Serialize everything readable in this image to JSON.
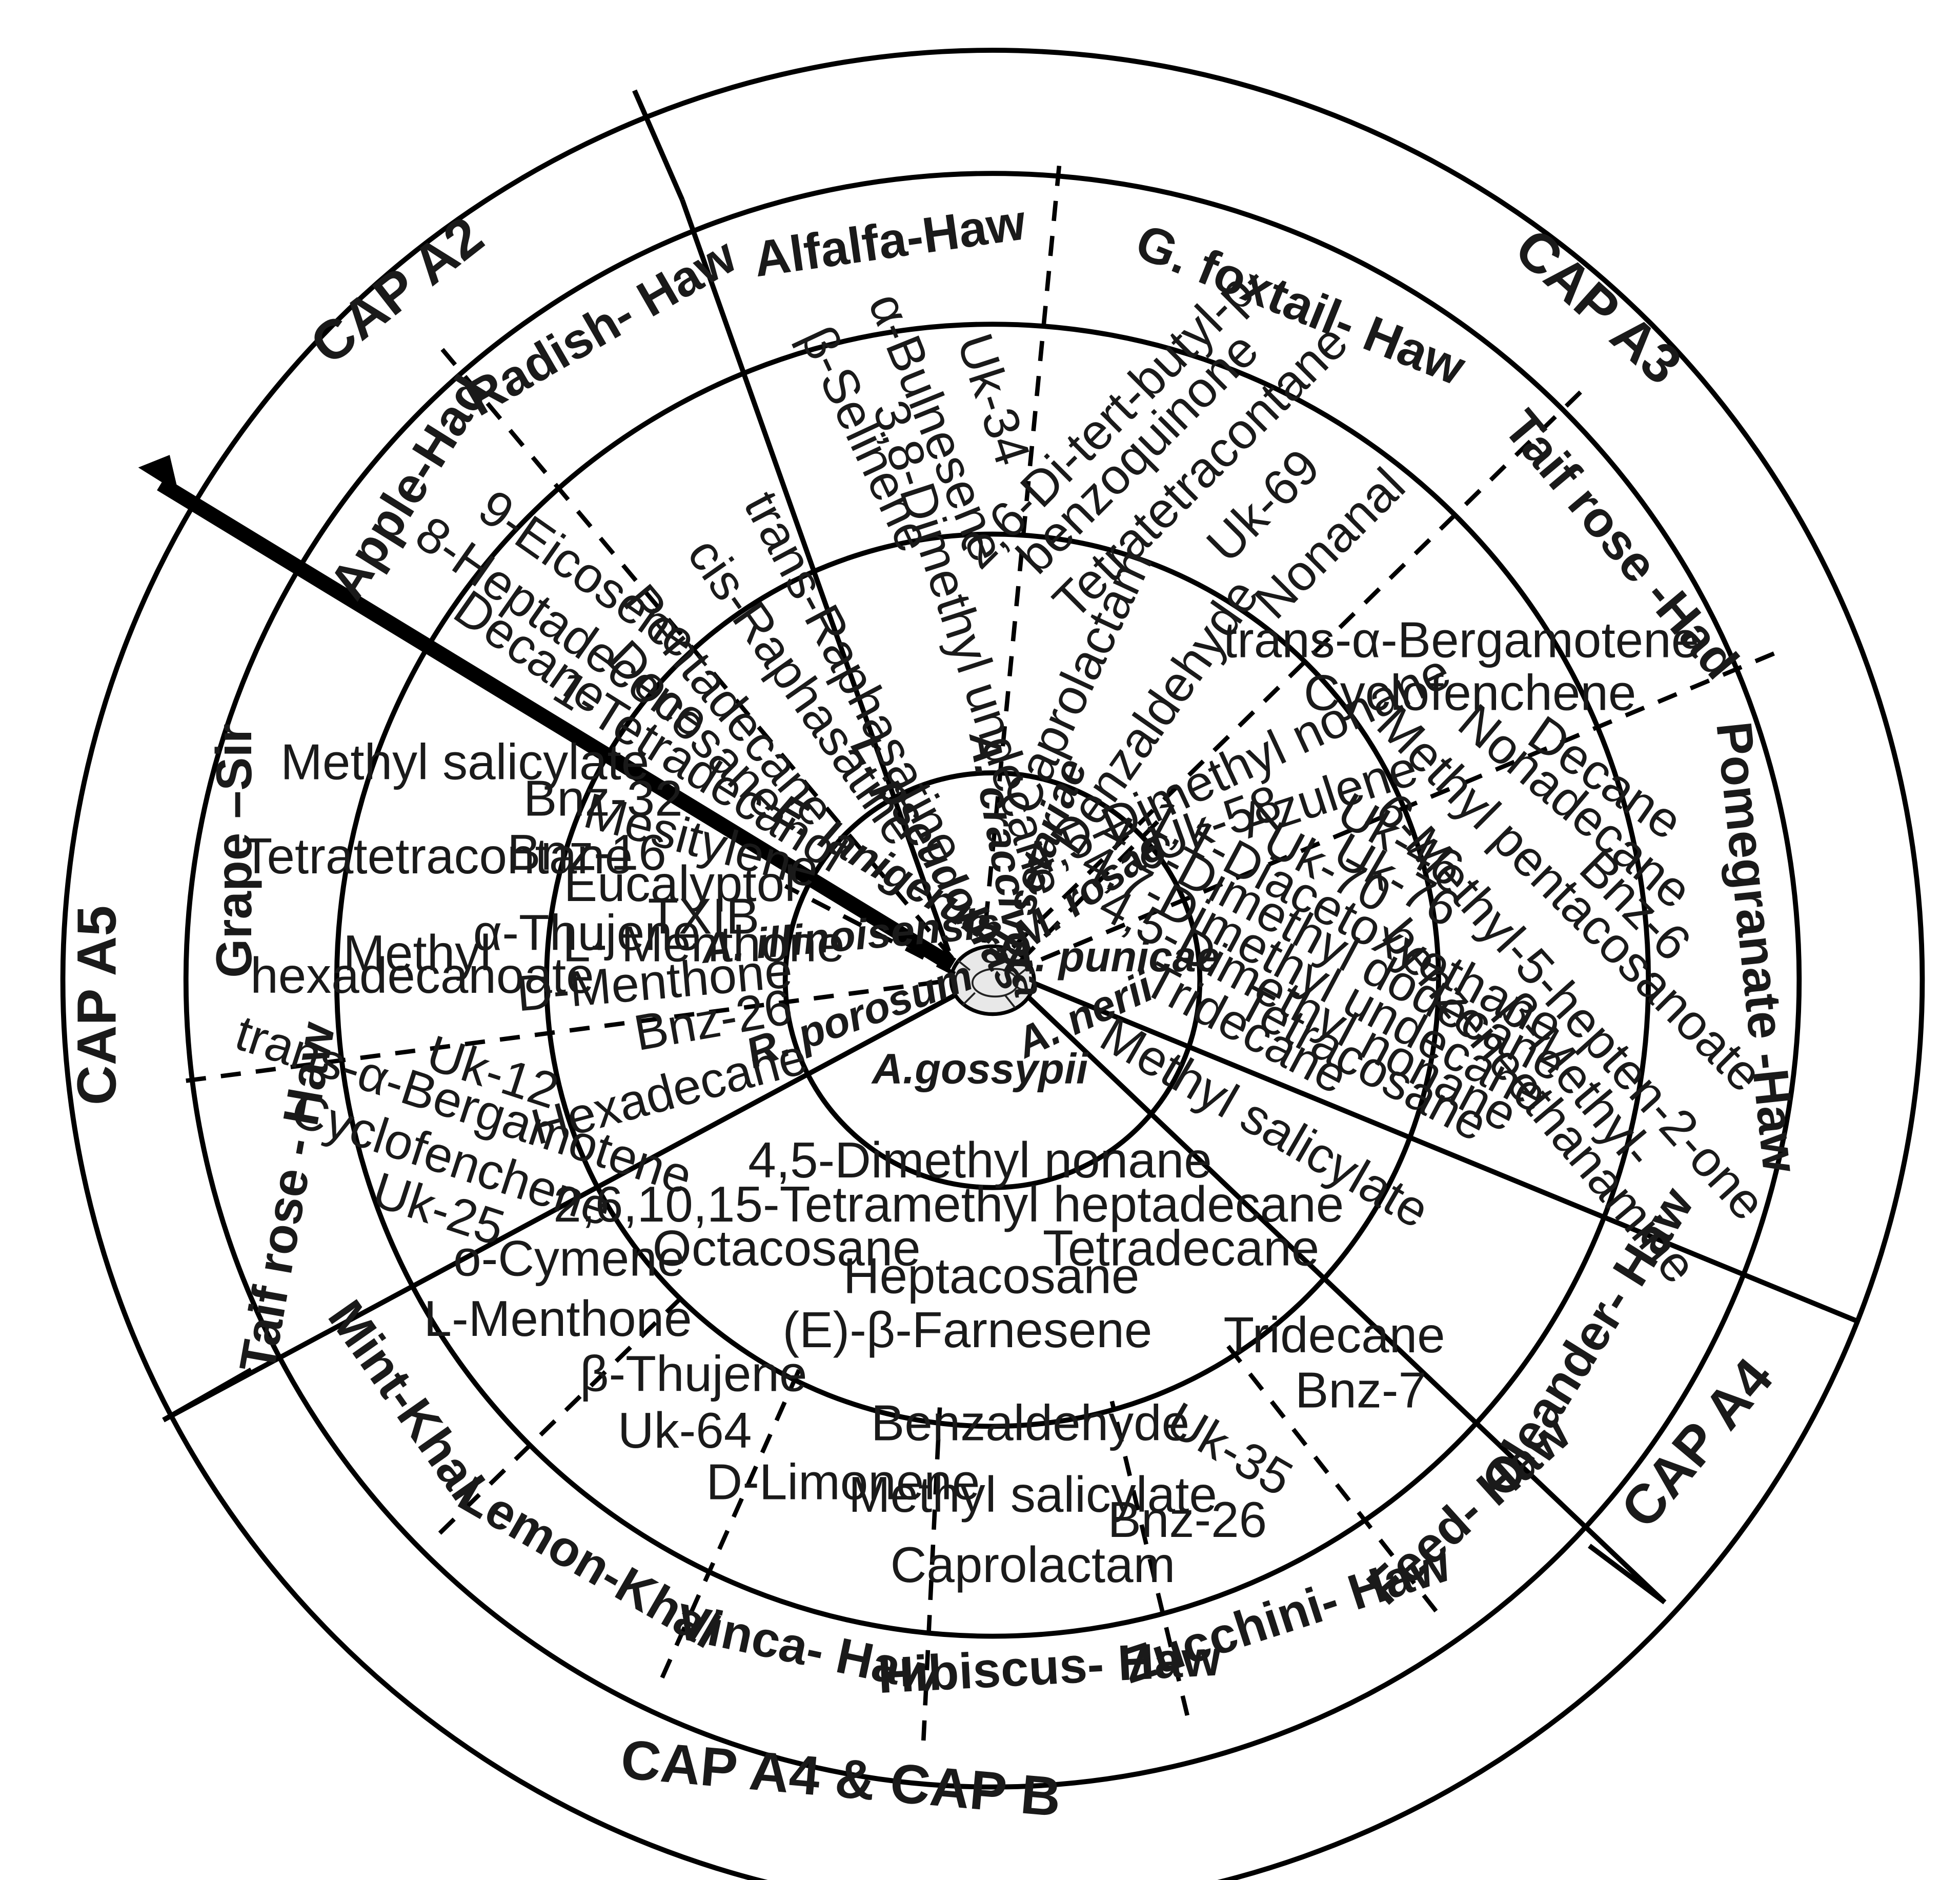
{
  "cap_groups": [
    "CAP A2",
    "CAP A3",
    "CAP A4",
    "CAP A4 & CAP B",
    "CAP A5"
  ],
  "hosts": [
    "Alfalfa-Haw",
    "G. foxtail- Haw",
    "Taif rose -Had",
    "Pomegranate -Haw",
    "Oleander- Haw",
    "Feed- Haw",
    "Zucchini- Haw",
    "Hibiscus- Haw",
    "Vinca- Haw",
    "Lemon-Khal",
    "Mint-Khal",
    "Taif rose - Haw",
    "Grape –Sir",
    "Apple-Had",
    "Radish- Haw"
  ],
  "species": [
    "A. craccivora",
    "H. setariae",
    "M. rosae",
    "A. punicae",
    "A. nerii",
    "A.gossypii",
    "R. porosum",
    "A. illinoisensis",
    "E. lanigerum",
    "L. pseudobras"
  ],
  "compounds": {
    "alfalfa": [
      "3,8-Dimethyl undecane",
      "Uk-34",
      "α-Bulnesene",
      "β-Selinene"
    ],
    "radish": [
      "trans-Raphasatine",
      "cis-Raphasatine",
      "Pentadecane",
      "Docosane",
      "1-Tetradecanol"
    ],
    "foxtail_outer": [
      "2,6-Di-tert-butyl-p-",
      "benzoquinone",
      "Tetratetracontane",
      "Uk-69",
      "Nonanal"
    ],
    "foxtail_inner": [
      "Caprolactam",
      "Denzaldehyde"
    ],
    "taif_had": [
      "trans-α-Bergamotene",
      "Cyclofenchene"
    ],
    "rosae": [
      "4,5-Dimethyl nonane",
      "Uk-58",
      "Azulene"
    ],
    "punicae": [
      "Uk-46",
      "Uk-76",
      "Uk-70",
      "1,1-Diacetoxyethane",
      "4,6-Dimethyl dodecane",
      "4,7-Dimethyl undecane",
      "4,5-Dimethyl nonane",
      "Tridecane",
      "Tetracosane"
    ],
    "pomegranate": [
      "Decane",
      "Nonadecane",
      "Methyl pentacosanoate",
      "Bnz-6",
      "6-Methyl-5-hepten-2-one",
      "β-Methyl-",
      "benzeneethanamine"
    ],
    "oleander": [
      "Methyl salicylate"
    ],
    "gossypii": [
      "4,5-Dimethyl nonane",
      "2,6,10,15-Tetramethyl heptadecane",
      "Octacosane",
      "Heptacosane",
      "Tetradecane",
      "(E)-β-Farnesene"
    ],
    "feed": [
      "Tridecane",
      "Bnz-7"
    ],
    "zucchini": [
      "Uk-35",
      "Bnz-26"
    ],
    "hibiscus": [
      "Benzaldehyde",
      "Methyl salicylate",
      "Caprolactam"
    ],
    "vinca": [
      "D-Limonene"
    ],
    "lemon": [
      "β-Thujene",
      "Uk-64"
    ],
    "mint": [
      "o-Cymene",
      "L-Menthone"
    ],
    "taif_haw": [
      "Uk-12",
      "trans-α-Bergamotene",
      "Cyclofenchene",
      "Uk-25"
    ],
    "porosum": [
      "Bnz-26",
      "Hexadecane"
    ],
    "grape": [
      "Methyl salicylate",
      "Tetratetracontane",
      "Methyl",
      "hexadecanoate"
    ],
    "illinoisensis": [
      "Bnz-32",
      "Bnz-16",
      "Mesitylene",
      "Eucalyptol",
      "TXIB",
      "α-Thujene",
      "L- Menthone",
      "D-Menthone"
    ],
    "apple": [
      "9-Eicosene",
      "8-Heptadecene",
      "Decane"
    ]
  },
  "colors": {
    "line": "#000000",
    "text": "#1a1a1a",
    "background": "#ffffff"
  }
}
